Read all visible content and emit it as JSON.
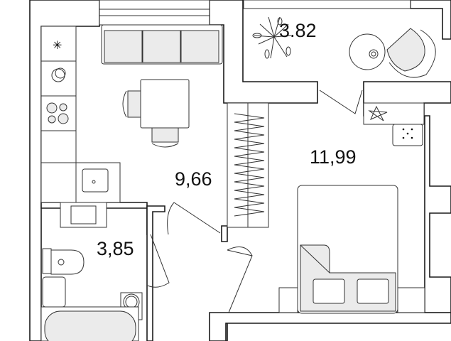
{
  "rooms": {
    "balcony_area": "3.82",
    "bedroom_area": "11,99",
    "kitchen_living_area": "9,66",
    "bathroom_area": "3,85"
  },
  "colors": {
    "wall": "#1a1a1a",
    "furniture_fill": "#ebebeb",
    "background": "#ffffff"
  }
}
